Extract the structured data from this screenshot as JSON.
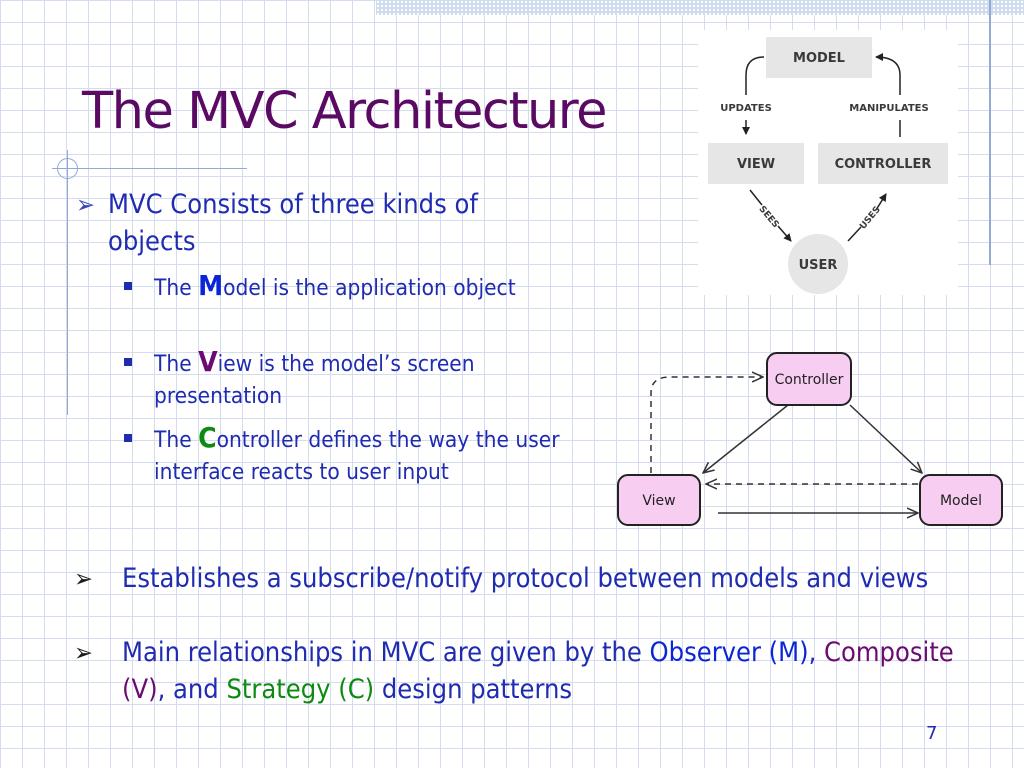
{
  "slide": {
    "title": "The MVC Architecture",
    "page_number": "7"
  },
  "bullets": {
    "main": {
      "arrow": "➢",
      "text": "MVC Consists of three kinds of objects"
    },
    "subs": [
      {
        "lead": "The ",
        "letter": "M",
        "rest": "odel is the application object",
        "letter_color": "#0a26d6"
      },
      {
        "lead": "The ",
        "letter": "V",
        "rest": "iew is the model’s screen presentation",
        "letter_color": "#6c0a73"
      },
      {
        "lead": "The ",
        "letter": "C",
        "rest": "ontroller defines the way the user interface reacts to user input",
        "letter_color": "#0d8a10"
      }
    ]
  },
  "bottom": {
    "item1": {
      "arrow": "➢",
      "text": "Establishes a subscribe/notify protocol between models and views"
    },
    "item2": {
      "arrow": "➢",
      "part1": "Main relationships in MVC are given by the ",
      "observer": "Observer (M)",
      "comma1": ",",
      "composite": "Composite (V)",
      "comma_and": ", and ",
      "strategy": "Strategy (C)",
      "end": " design patterns"
    }
  },
  "diagram_top": {
    "model": "MODEL",
    "view": "VIEW",
    "controller": "CONTROLLER",
    "user": "USER",
    "updates": "UPDATES",
    "manipulates": "MANIPULATES",
    "sees": "SEES",
    "uses": "USES"
  },
  "diagram_bottom": {
    "controller": "Controller",
    "view": "View",
    "model": "Model"
  },
  "colors": {
    "title": "#5a0a62",
    "body_text": "#1f2bb0",
    "m_letter": "#0a26d6",
    "v_letter": "#6c0a73",
    "c_letter": "#0d8a10",
    "node_fill": "#f7cdf2",
    "grey_box": "#e6e6e6"
  }
}
